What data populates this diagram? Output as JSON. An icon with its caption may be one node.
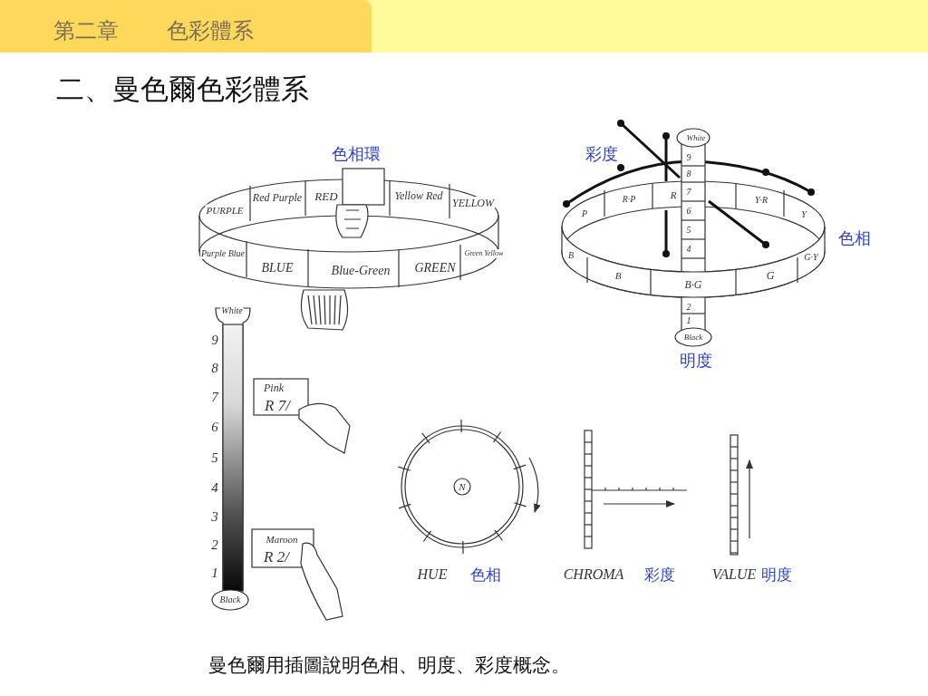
{
  "diagram": {
    "title": "二、曼色爾色彩體系",
    "caption": "曼色爾用插圖說明色相、明度、彩度概念。",
    "labels": [
      "第二章",
      "色彩體系",
      "色相環",
      "彩度",
      "White",
      "9",
      "8",
      "7",
      "6",
      "5",
      "4",
      "2",
      "1",
      "Black",
      "PURPLE",
      "Red Purple",
      "RED",
      "Yellow Red",
      "YELLOW",
      "P",
      "R·P",
      "R",
      "Y·R",
      "Y",
      "色相",
      "Purple Blue",
      "BLUE",
      "Blue-Green",
      "GREEN",
      "Green Yellow",
      "B",
      "B",
      "B·G",
      "G",
      "G·Y",
      "明度",
      "White",
      "9",
      "8",
      "7",
      "6",
      "5",
      "4",
      "3",
      "2",
      "1",
      "Pink",
      "R 7/",
      "Maroon",
      "R 2/",
      "Black",
      "N",
      "HUE",
      "色相",
      "CHROMA",
      "彩度",
      "VALUE",
      "明度"
    ]
  }
}
